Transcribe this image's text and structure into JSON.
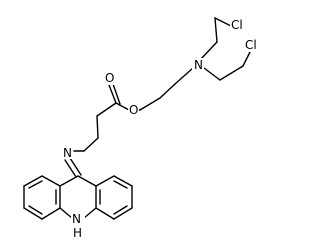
{
  "diagram": {
    "type": "chemical-structure",
    "colors": {
      "background": "#ffffff",
      "bond": "#000000",
      "label": "#000000"
    },
    "atom_labels": {
      "cl_top": "Cl",
      "cl_right": "Cl",
      "n_amine": "N",
      "o_ester": "O",
      "o_carbonyl": "O",
      "n_imine": "N",
      "nh_ring": "H"
    },
    "nh_ring_symbol": "N"
  }
}
